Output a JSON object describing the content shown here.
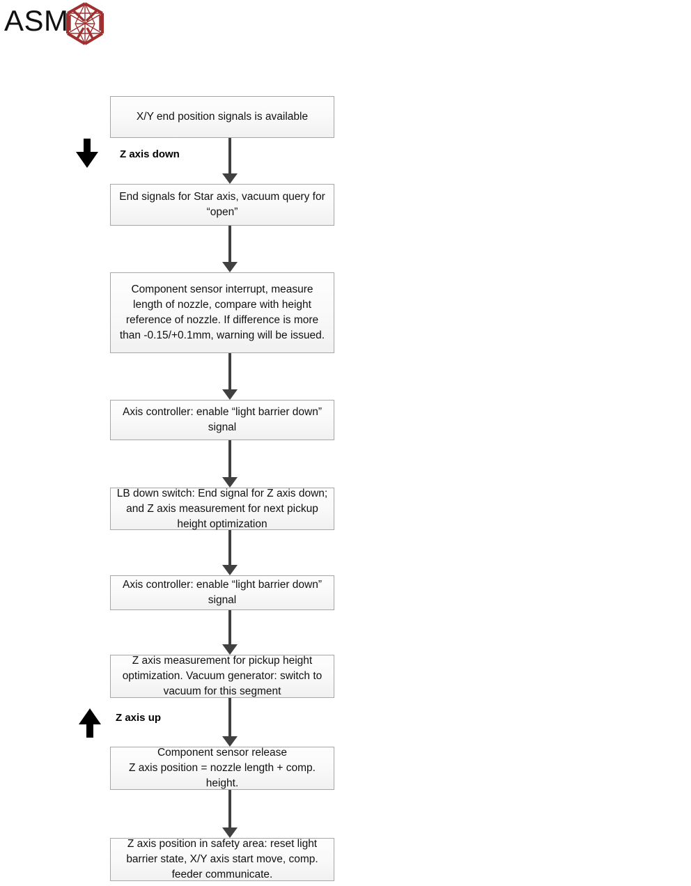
{
  "brand": {
    "wordmark": "ASM",
    "logo_icon": "hexagon-wireframe-icon",
    "logo_color": "#a03030"
  },
  "flow": {
    "node_border_color": "#a6a6a6",
    "connector_color": "#404040",
    "arrow_color": "#000000",
    "nodes": [
      {
        "id": "node-1",
        "text": "X/Y end position signals is available"
      },
      {
        "id": "node-2",
        "text": "End signals for Star axis, vacuum query for “open”"
      },
      {
        "id": "node-3",
        "text": "Component sensor interrupt, measure length of nozzle, compare with height reference of nozzle.  If difference is more than -0.15/+0.1mm, warning will be issued."
      },
      {
        "id": "node-4",
        "text": "Axis controller: enable “light barrier down” signal"
      },
      {
        "id": "node-5",
        "text": "LB down switch: End signal for Z axis down; and Z axis measurement for next pickup height optimization"
      },
      {
        "id": "node-6",
        "text": "Axis controller: enable “light barrier down” signal"
      },
      {
        "id": "node-7",
        "text": "Z axis measurement for pickup height optimization. Vacuum generator: switch to vacuum for this segment"
      },
      {
        "id": "node-8",
        "text": "Component sensor release\nZ axis position = nozzle length + comp. height."
      },
      {
        "id": "node-9",
        "text": "Z axis position in safety area: reset light barrier state, X/Y axis start move, comp. feeder communicate."
      }
    ],
    "annotations": [
      {
        "id": "dir-down",
        "label": "Z axis down",
        "icon": "arrow-down-icon"
      },
      {
        "id": "dir-up",
        "label": "Z axis up",
        "icon": "arrow-up-icon"
      }
    ]
  }
}
